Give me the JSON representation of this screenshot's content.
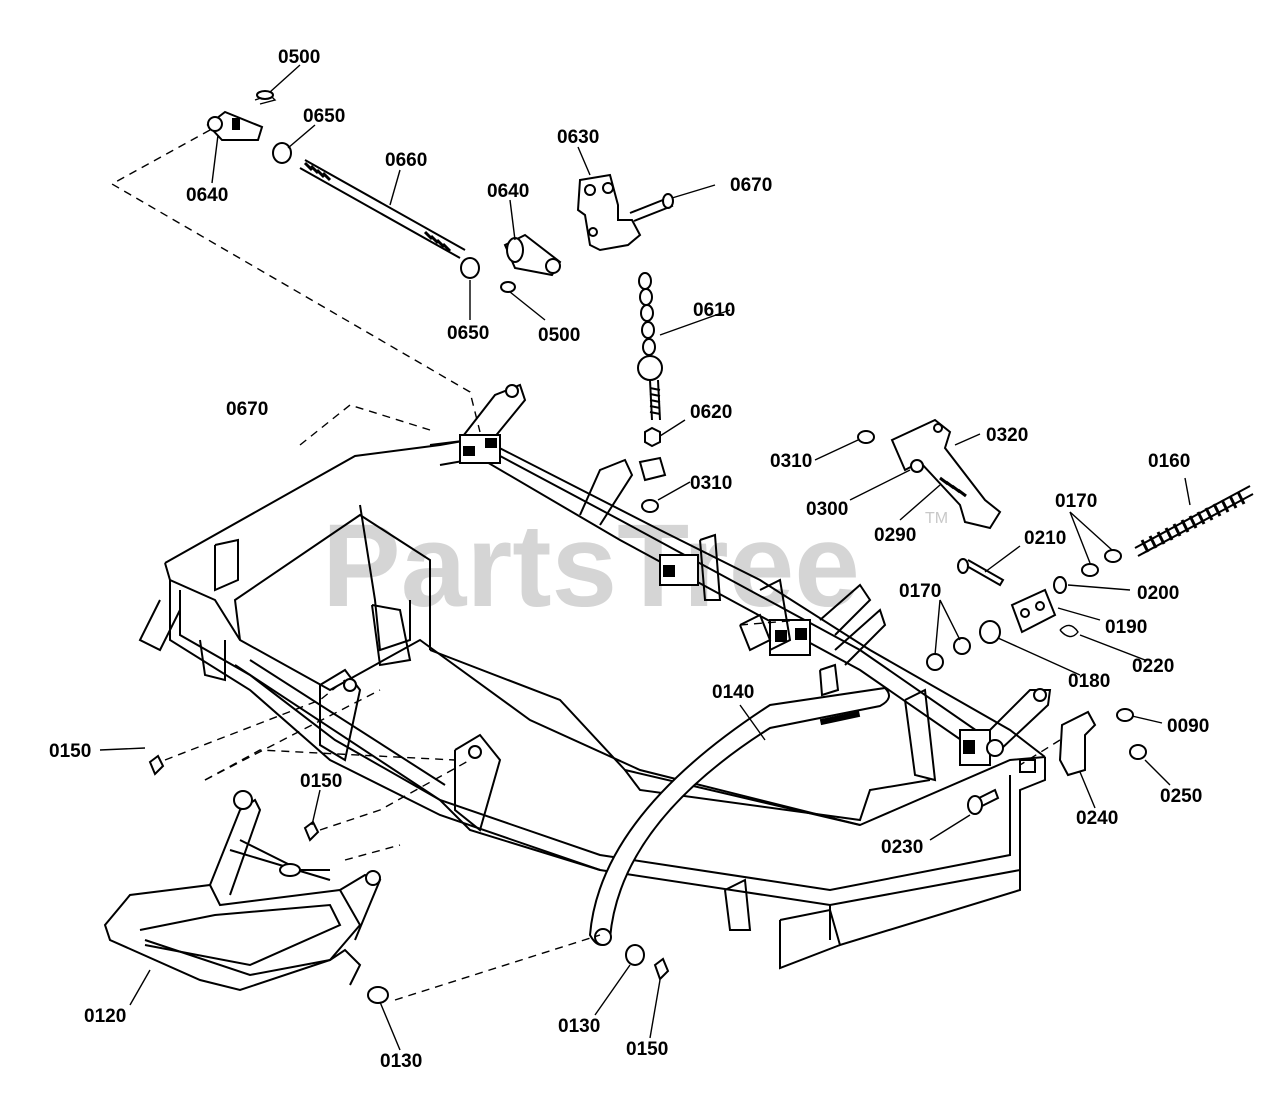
{
  "watermark": {
    "text": "PartsTree",
    "tm": "TM"
  },
  "callouts": [
    "0500",
    "0650",
    "0660",
    "0630",
    "0670",
    "0640",
    "0640",
    "0650",
    "0500",
    "0610",
    "0670",
    "0620",
    "0310",
    "0320",
    "0310",
    "0300",
    "0290",
    "0160",
    "0170",
    "0210",
    "0200",
    "0170",
    "0190",
    "0220",
    "0180",
    "0140",
    "0150",
    "0150",
    "0090",
    "0250",
    "0240",
    "0230",
    "0120",
    "0130",
    "0130",
    "0150"
  ]
}
